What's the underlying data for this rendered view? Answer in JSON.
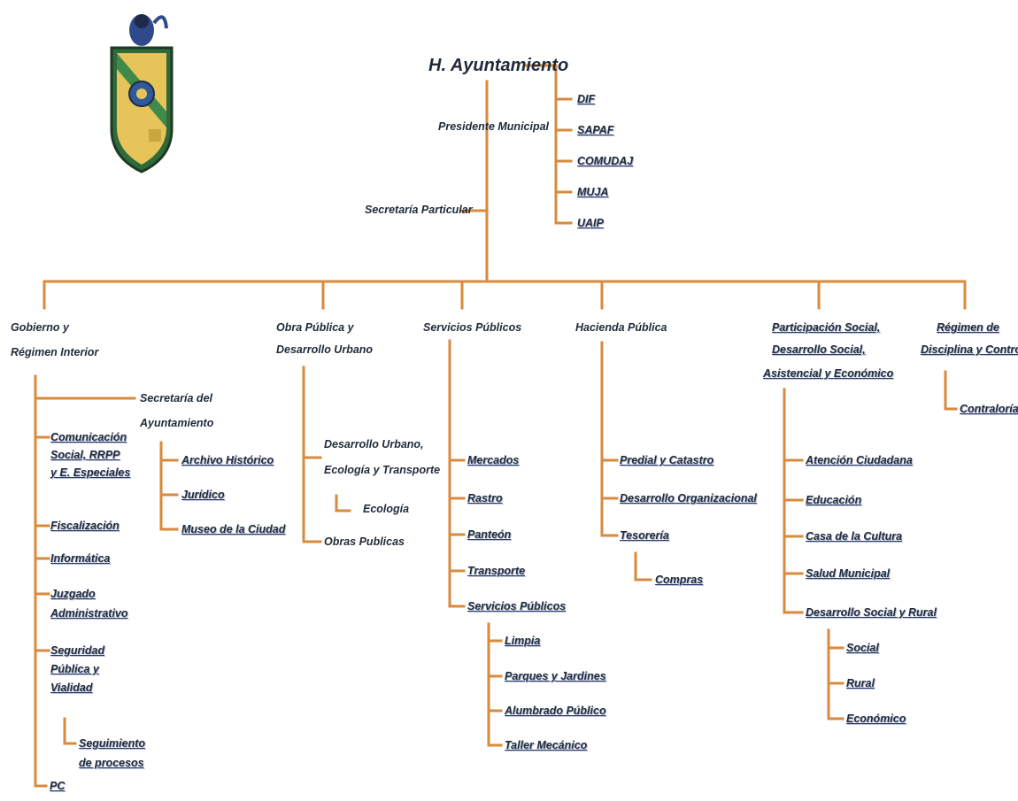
{
  "colors": {
    "connector": "#d98a3c",
    "text": "#1f2a3a",
    "shield_green": "#2f6b3a",
    "shield_gold": "#e6c45a",
    "shield_blue": "#2f5a9a"
  },
  "seal": {
    "icon": "municipal-coat-of-arms-icon"
  },
  "top": {
    "ayuntamiento": "H. Ayuntamiento",
    "presidente": "Presidente Municipal",
    "secretaria_particular": "Secretaría Particular",
    "side_units": [
      "DIF",
      "SAPAF",
      "COMUDAJ",
      "MUJA",
      "UAIP"
    ]
  },
  "departments": {
    "gobierno": {
      "title": [
        "Gobierno y",
        "Régimen Interior"
      ],
      "secretaria": [
        "Secretaría del",
        "Ayuntamiento"
      ],
      "secretaria_items": [
        "Archivo Histórico",
        "Jurídico",
        "Museo de la Ciudad"
      ],
      "items": [
        [
          "Comunicación",
          "Social, RRPP",
          "y E. Especiales"
        ],
        [
          "Fiscalización"
        ],
        [
          "Informática"
        ],
        [
          "Juzgado",
          "Administrativo"
        ],
        [
          "Seguridad",
          "Pública y",
          "Vialidad"
        ]
      ],
      "seguimiento": [
        "Seguimiento",
        "de procesos"
      ],
      "pc": "PC"
    },
    "obra": {
      "title": [
        "Obra Pública y",
        "Desarrollo Urbano"
      ],
      "desarrollo": [
        "Desarrollo Urbano,",
        "Ecología y Transporte"
      ],
      "ecologia": "Ecología",
      "obras": "Obras Publicas"
    },
    "servicios": {
      "title": "Servicios Públicos",
      "items": [
        "Mercados",
        "Rastro",
        "Panteón",
        "Transporte",
        "Servicios Públicos"
      ],
      "sub_items": [
        "Limpia",
        "Parques y Jardines",
        "Alumbrado Público",
        "Taller Mecánico"
      ]
    },
    "hacienda": {
      "title": "Hacienda Pública",
      "items": [
        "Predial y Catastro",
        "Desarrollo Organizacional",
        "Tesorería"
      ],
      "compras": "Compras"
    },
    "participacion": {
      "title": [
        "Participación Social,",
        "Desarrollo Social,",
        "Asistencial y Económico"
      ],
      "items": [
        "Atención Ciudadana",
        "Educación",
        "Casa de la Cultura",
        "Salud Municipal",
        "Desarrollo Social y Rural"
      ],
      "sub_items": [
        "Social",
        "Rural",
        "Económico"
      ]
    },
    "regimen": {
      "title": [
        "Régimen de",
        "Disciplina y Control"
      ],
      "contraloria": "Contraloría"
    }
  }
}
